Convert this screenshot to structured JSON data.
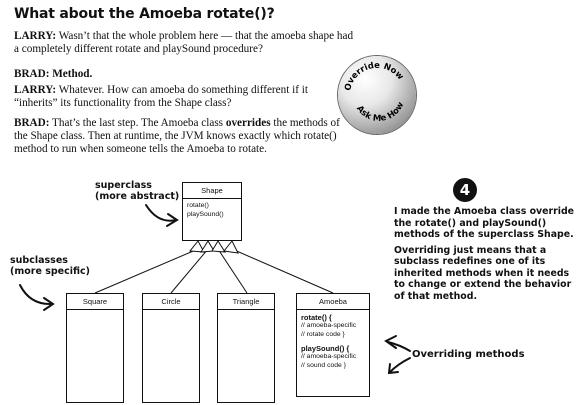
{
  "title": "What about the Amoeba rotate()?",
  "dialogue": [
    {
      "speaker": "LARRY:",
      "text": "Wasn’t that the whole problem here — that the amoeba shape had a completely different rotate and playSound procedure?"
    },
    {
      "speaker": "BRAD:",
      "text": "Method."
    },
    {
      "speaker": "LARRY:",
      "text": "Whatever. How can amoeba do something different if it “inherits” its functionality from the Shape class?"
    },
    {
      "speaker": "BRAD:",
      "text_before": "That’s the last step. The Amoeba class",
      "bold": "overrides",
      "text_after": "the methods of the Shape class. Then at runtime, the JVM knows exactly which rotate() method to run when someone tells the Amoeba to rotate."
    }
  ],
  "badge": {
    "top": "Override Now",
    "bottom": "Ask Me How"
  },
  "diagram": {
    "superclass_label": [
      "superclass",
      "(more abstract)"
    ],
    "subclasses_label": [
      "subclasses",
      "(more specific)"
    ],
    "shape": {
      "name": "Shape",
      "methods": [
        "rotate()",
        "playSound()"
      ]
    },
    "subs": [
      "Square",
      "Circle",
      "Triangle"
    ],
    "amoeba": {
      "name": "Amoeba",
      "m1": "rotate() {",
      "m1_lines": [
        "// amoeba-specific",
        "// rotate code }"
      ],
      "m2": "playSound() {",
      "m2_lines": [
        "// amoeba-specific",
        "// sound code }"
      ]
    },
    "overriding_label": "Overriding methods"
  },
  "step_number": "4",
  "note": [
    "I made the Amoeba class override the rotate() and playSound() methods of the superclass Shape.",
    "Overriding just means that a subclass redefines one of its inherited methods when it needs to change or extend the behavior of that method."
  ]
}
